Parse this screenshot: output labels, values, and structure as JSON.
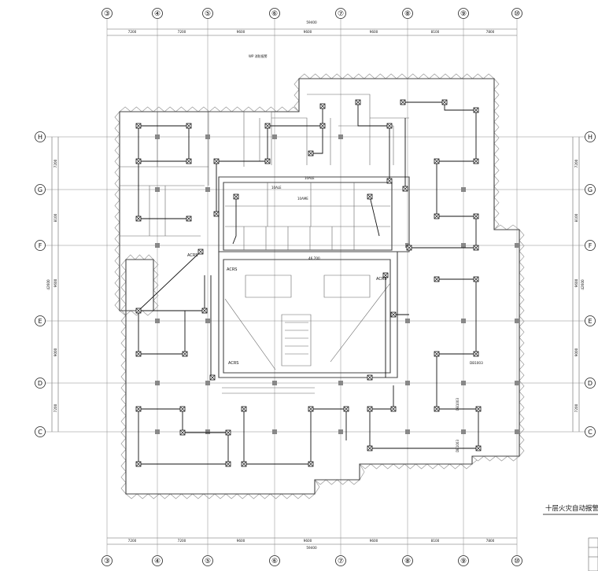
{
  "axes": {
    "numbers": [
      "③",
      "④",
      "⑤",
      "⑥",
      "⑦",
      "⑧",
      "⑨",
      "⑩"
    ],
    "letters": [
      "H",
      "G",
      "F",
      "E",
      "D",
      "C"
    ]
  },
  "dimensions": {
    "top": [
      "7200",
      "7200",
      "9600",
      "9600",
      "9600",
      "8100",
      "7800"
    ],
    "top_total": "59400",
    "bottom": [
      "7200",
      "7200",
      "9600",
      "9600",
      "9600",
      "8100",
      "7800"
    ],
    "bottom_total": "59400",
    "left": [
      "7200",
      "8100",
      "9600",
      "9000",
      "7200"
    ],
    "left_total": "42600",
    "right": [
      "7200",
      "8100",
      "9600",
      "9000",
      "7200"
    ],
    "right_total": "42600"
  },
  "labels": {
    "acrs_a": "ACRS",
    "acrs_b": "ACRS",
    "acrs_c": "ACRS",
    "acrs_d": "ACRS",
    "db_a": "DB1003",
    "db_b": "DB1003",
    "db_c": "DB1003",
    "elev_a": "10ALE",
    "elev_b": "10ALE",
    "elev_c": "10AME",
    "dim_mid": "46,700",
    "note_top": "WP 消防报警"
  },
  "title_block": {
    "drawing_title": "十层火灾自动报警平面"
  }
}
